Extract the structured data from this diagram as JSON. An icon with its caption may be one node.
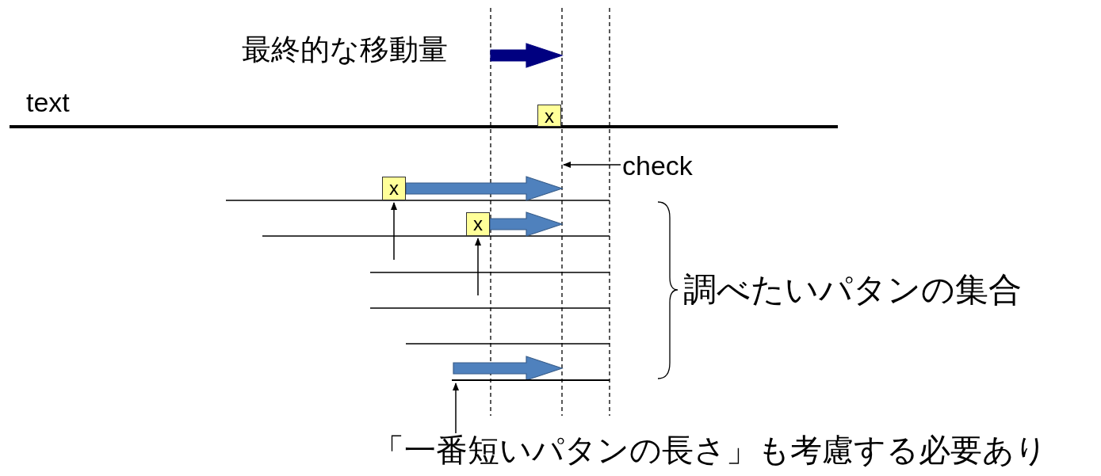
{
  "diagram": {
    "nodes": [
      {
        "text": [
          "x"
        ]
      },
      {
        "text": [
          "x"
        ]
      },
      {
        "text": [
          "x"
        ]
      },
      {
        "text": [
          "check"
        ]
      },
      {
        "text": [
          "「一番短いパタンの長さ」も考慮する必要あり"
        ]
      },
      {
        "text": [],
        "shape": "line"
      }
    ],
    "edges": [
      {
        "from": null,
        "to": 1,
        "arrow": "to"
      },
      {
        "from": null,
        "to": 2,
        "arrow": "to"
      },
      {
        "from": 3,
        "to": null,
        "arrow": "to"
      },
      {
        "from": 4,
        "to": 5,
        "arrow": "to"
      }
    ],
    "labels": [
      "最終的な移動量",
      "text",
      "調べたいパタンの集合"
    ]
  }
}
